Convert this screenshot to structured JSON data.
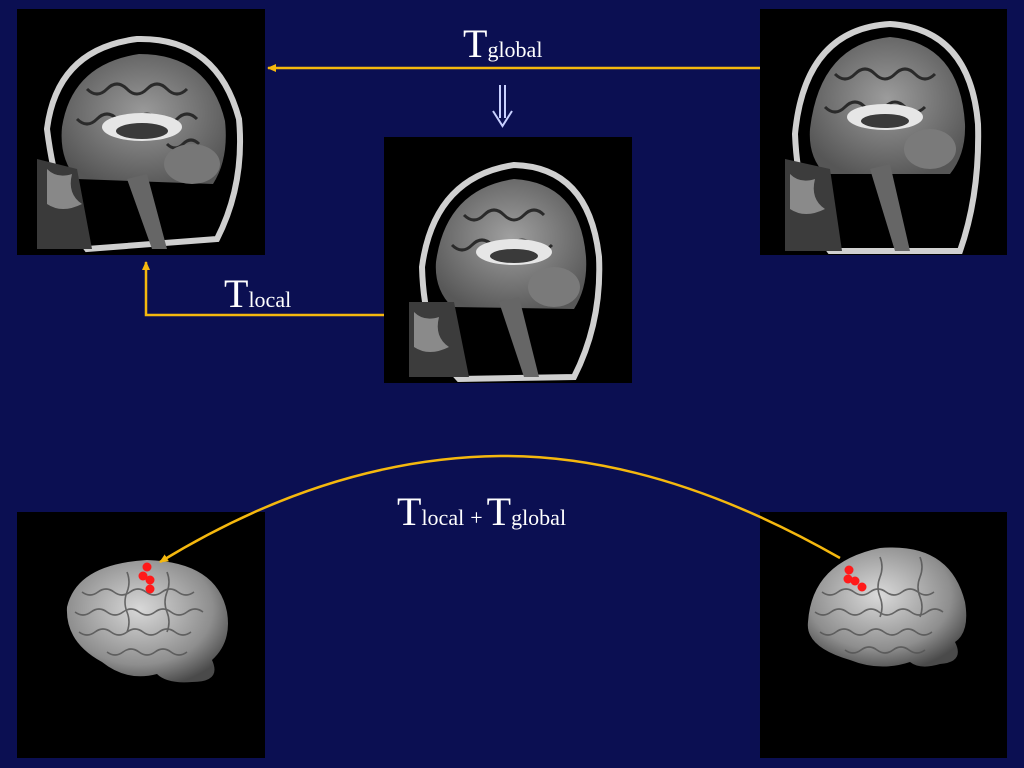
{
  "labels": {
    "global": {
      "main": "T",
      "sub": "global"
    },
    "local": {
      "main": "T",
      "sub": "local"
    },
    "combined": {
      "first_main": "T",
      "first_sub": "local",
      "plus": "+",
      "second_main": "T",
      "second_sub": "global"
    }
  },
  "colors": {
    "background": "#0b0f52",
    "arrow": "#f5b80e",
    "down_arrow": "#c8d0ff",
    "marker": "#ff1a1a"
  },
  "icons": {
    "down_arrow": "double-line-down-arrow"
  }
}
